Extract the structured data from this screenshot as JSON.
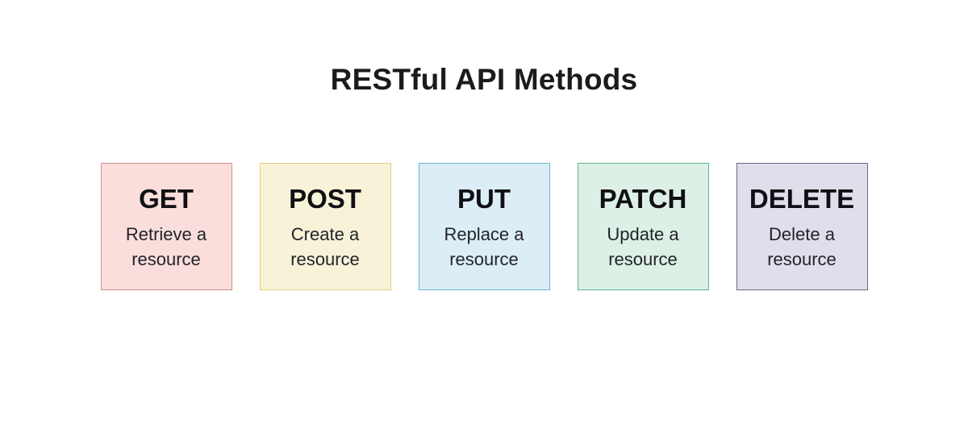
{
  "page": {
    "title": "RESTful API Methods",
    "background": "#ffffff",
    "title_color": "#1b1b1f"
  },
  "methods": [
    {
      "name": "GET",
      "description": "Retrieve a resource",
      "fill": "#f9dedb",
      "border": "#cb8f8e"
    },
    {
      "name": "POST",
      "description": "Create a resource",
      "fill": "#f8f2d8",
      "border": "#e2d07c"
    },
    {
      "name": "PUT",
      "description": "Replace a resource",
      "fill": "#dbeef5",
      "border": "#68b6d0"
    },
    {
      "name": "PATCH",
      "description": "Update a resource",
      "fill": "#dcf0e6",
      "border": "#5fb18e"
    },
    {
      "name": "DELETE",
      "description": "Delete a resource",
      "fill": "#e0deea",
      "border": "#6a6880"
    }
  ]
}
